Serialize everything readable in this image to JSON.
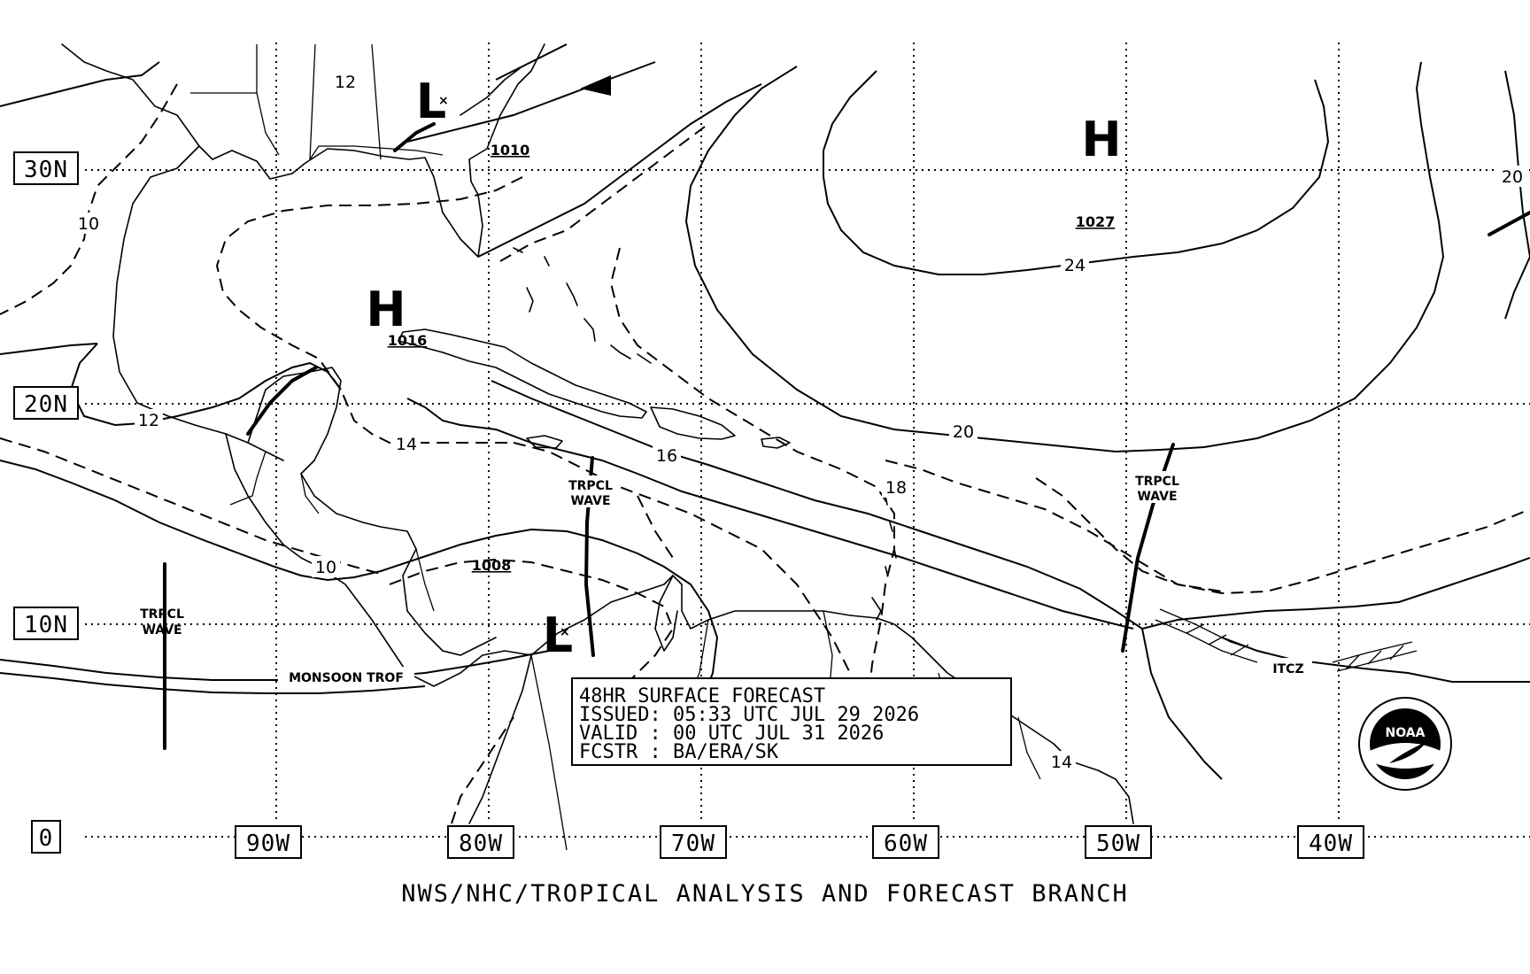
{
  "lat_labels": [
    "30N",
    "20N",
    "10N",
    "0"
  ],
  "lon_labels": [
    "90W",
    "80W",
    "70W",
    "60W",
    "50W",
    "40W"
  ],
  "highs": [
    {
      "symbol": "H",
      "pressure": "1016"
    },
    {
      "symbol": "H",
      "pressure": "1027"
    }
  ],
  "lows": [
    {
      "symbol": "L",
      "pressure": "1010"
    },
    {
      "symbol": "L",
      "pressure": "1008"
    }
  ],
  "isobar_labels": [
    "12",
    "10",
    "12",
    "14",
    "16",
    "18",
    "20",
    "24",
    "20",
    "10",
    "14"
  ],
  "features": {
    "wave_label_1": "TRPCL",
    "wave_label_2": "WAVE",
    "monsoon": "MONSOON TROF",
    "itcz": "ITCZ"
  },
  "forecast_box": {
    "line1": "48HR SURFACE FORECAST",
    "line2": "ISSUED: 05:33 UTC JUL 29 2026",
    "line3": "VALID : 00 UTC JUL 31 2026",
    "line4": "FCSTR : BA/ERA/SK"
  },
  "logo_text": "NOAA",
  "footer": "NWS/NHC/TROPICAL ANALYSIS AND FORECAST BRANCH"
}
